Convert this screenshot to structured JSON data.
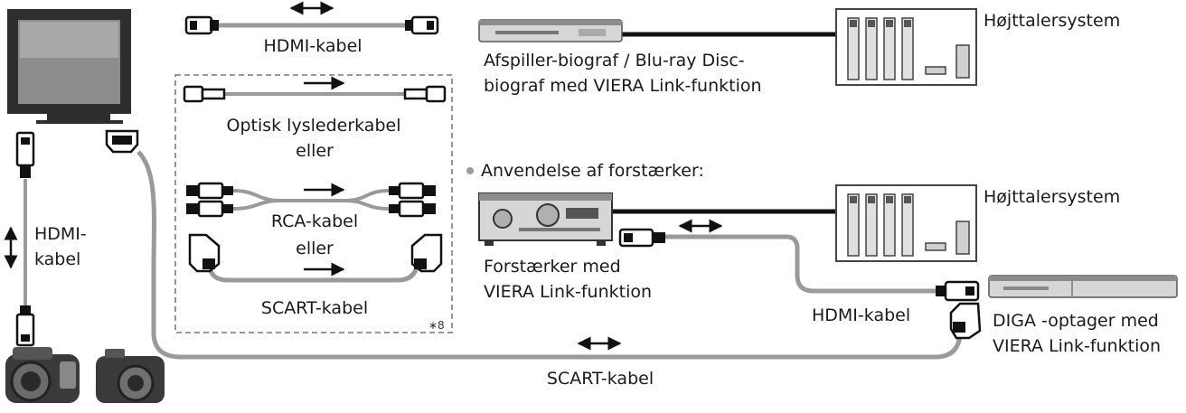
{
  "labels": {
    "hdmi_top": "HDMI-kabel",
    "player_line1": "Afspiller-biograf / Blu-ray Disc-",
    "player_line2": "biograf med VIERA Link-funktion",
    "speakers_top": "Højttalersystem",
    "optical_line1": "Optisk lysleder­kabel",
    "optical_line2": "eller",
    "rca_line1": "RCA-kabel",
    "rca_line2": "eller",
    "scart_box": "SCART-kabel",
    "footnote": "∗8",
    "amp_heading": "Anvendelse af forstærker:",
    "speakers_bottom": "Højttalersystem",
    "amp_line1": "Forstærker med",
    "amp_line2": "VIERA Link-funktion",
    "hdmi_left_line1": "HDMI-",
    "hdmi_left_line2": "kabel",
    "hdmi_bottom": "HDMI-kabel",
    "diga_line1": "DIGA -optager med",
    "diga_line2": "VIERA Link-funktion",
    "scart_bottom": "SCART-kabel"
  },
  "colors": {
    "cable": "#9a9a9a",
    "device_dark": "#2e2e2e",
    "device_mid": "#8c8c8c",
    "device_light": "#d6d6d6",
    "dashed_box": "#8a8a8a"
  }
}
